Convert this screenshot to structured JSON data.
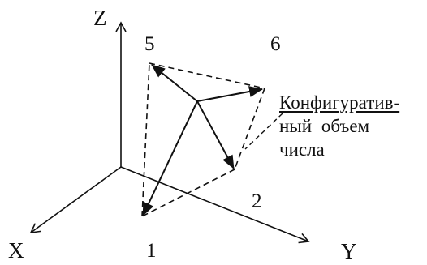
{
  "axes": {
    "z_label": "Z",
    "x_label": "X",
    "y_label": "Y"
  },
  "points": {
    "p1": "1",
    "p2": "2",
    "p5": "5",
    "p6": "6"
  },
  "annotation": {
    "line1": "Конфигуратив-",
    "line2": "ный объем",
    "line3": "числа"
  },
  "colors": {
    "ink": "#111111",
    "background": "#ffffff"
  }
}
